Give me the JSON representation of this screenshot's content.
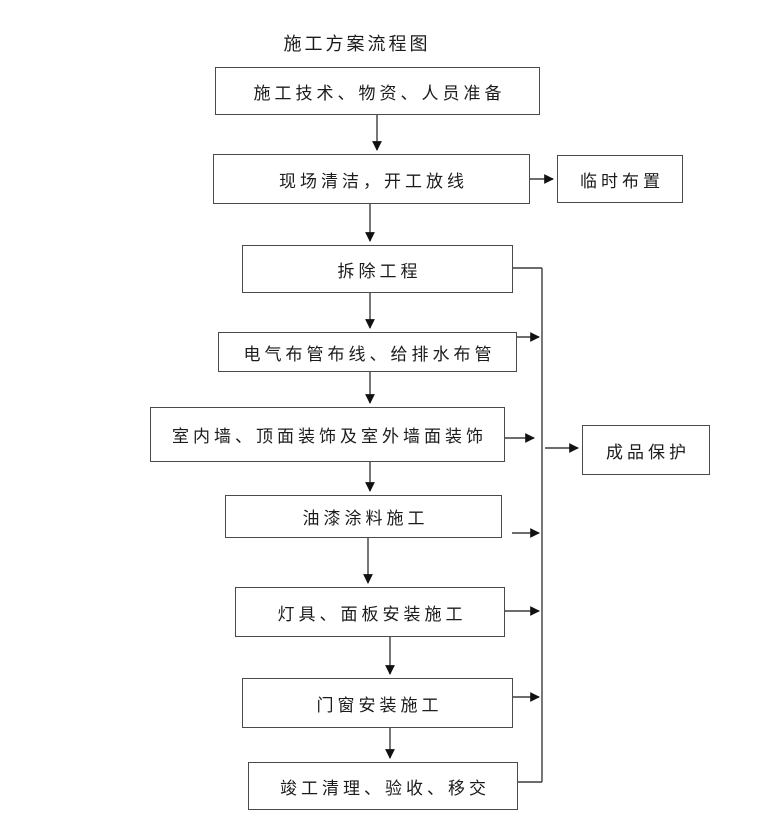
{
  "title": "施工方案流程图",
  "colors": {
    "line": "#3d3d3d",
    "box_border": "#4a4a4a",
    "text": "#1c1c1c",
    "background": "#ffffff",
    "arrow": "#111111"
  },
  "flow": {
    "nodes": {
      "prep": {
        "label": "施工技术、物资、人员准备"
      },
      "site_clean": {
        "label": "现场清洁，开工放线"
      },
      "temp_layout": {
        "label": "临时布置"
      },
      "demolition": {
        "label": "拆除工程"
      },
      "electrical_plumbing": {
        "label": "电气布管布线、给排水布管"
      },
      "wall_ceiling_decoration": {
        "label": "室内墙、顶面装饰及室外墙面装饰"
      },
      "paint_coating": {
        "label": "油漆涂料施工"
      },
      "fixtures_panels": {
        "label": "灯具、面板安装施工"
      },
      "doors_windows": {
        "label": "门窗安装施工"
      },
      "completion_handover": {
        "label": "竣工清理、验收、移交"
      },
      "product_protection": {
        "label": "成品保护"
      }
    },
    "edges": [
      {
        "from": "prep",
        "to": "site_clean"
      },
      {
        "from": "site_clean",
        "to": "temp_layout"
      },
      {
        "from": "site_clean",
        "to": "demolition"
      },
      {
        "from": "demolition",
        "to": "electrical_plumbing"
      },
      {
        "from": "electrical_plumbing",
        "to": "wall_ceiling_decoration"
      },
      {
        "from": "wall_ceiling_decoration",
        "to": "paint_coating"
      },
      {
        "from": "paint_coating",
        "to": "fixtures_panels"
      },
      {
        "from": "fixtures_panels",
        "to": "doors_windows"
      },
      {
        "from": "doors_windows",
        "to": "completion_handover"
      },
      {
        "from": "demolition",
        "to": "collector-line"
      },
      {
        "from": "electrical_plumbing",
        "to": "collector-line"
      },
      {
        "from": "wall_ceiling_decoration",
        "to": "collector-line"
      },
      {
        "from": "paint_coating",
        "to": "collector-line"
      },
      {
        "from": "fixtures_panels",
        "to": "collector-line"
      },
      {
        "from": "doors_windows",
        "to": "collector-line"
      },
      {
        "from": "collector-line",
        "to": "product_protection"
      },
      {
        "from": "collector-line",
        "to": "completion_handover"
      }
    ]
  }
}
